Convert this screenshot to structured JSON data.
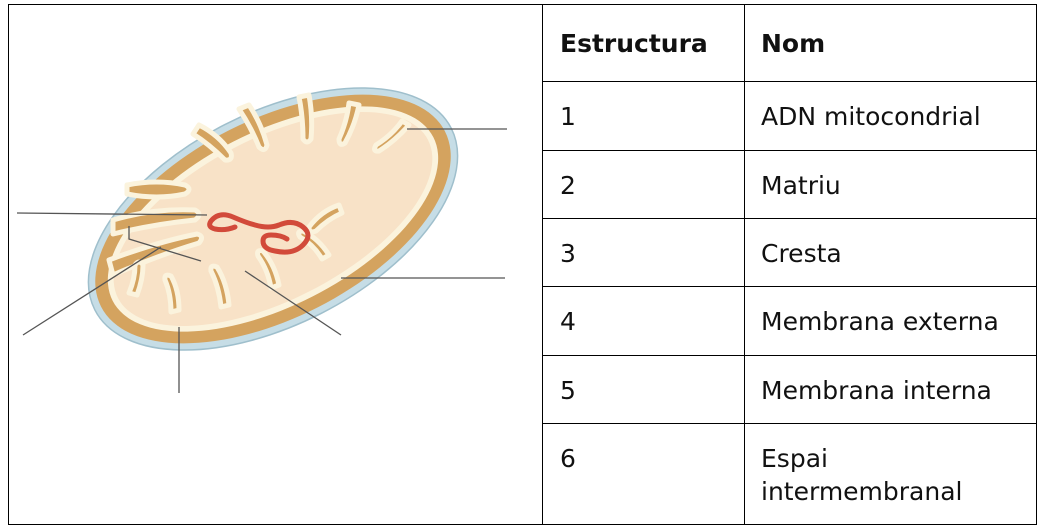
{
  "table": {
    "headers": [
      "Estructura",
      "Nom"
    ],
    "rows": [
      {
        "num": "1",
        "name": "ADN mitocondrial"
      },
      {
        "num": "2",
        "name": "Matriu"
      },
      {
        "num": "3",
        "name": "Cresta"
      },
      {
        "num": "4",
        "name": "Membrana externa"
      },
      {
        "num": "5",
        "name": "Membrana interna"
      },
      {
        "num": "6",
        "name": "Espai intermembranal"
      }
    ]
  },
  "diagram": {
    "subject": "mitochondrion",
    "colors": {
      "outer_membrane": "#c6dde6",
      "intermembrane": "#d4a35f",
      "inner_membrane": "#fbf3dd",
      "matrix": "#f8e2c7",
      "dna": "#d24a3a",
      "label_lines": "#555555"
    }
  }
}
